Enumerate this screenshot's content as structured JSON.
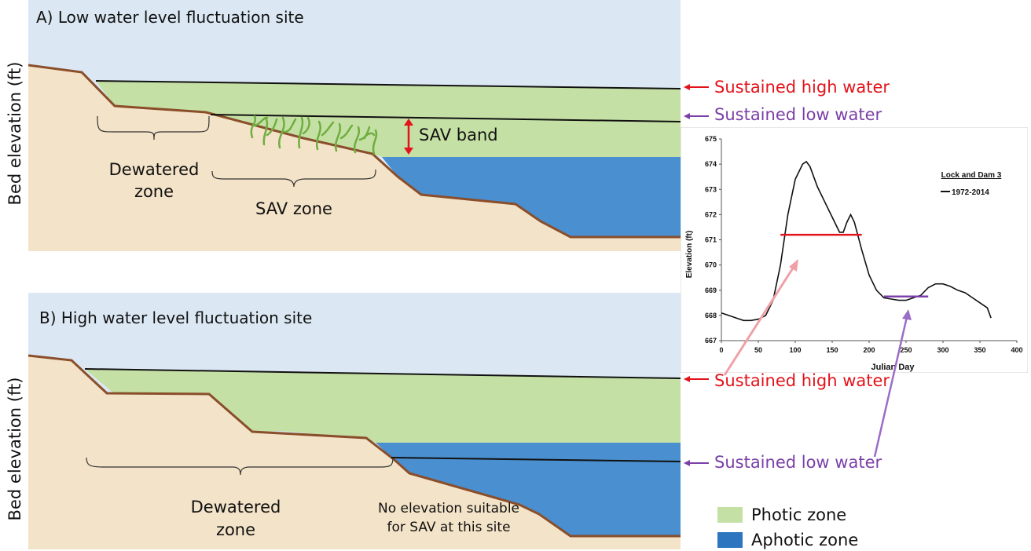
{
  "panelA": {
    "title": "A) Low water level fluctuation site",
    "y_axis_label": "Bed elevation (ft)",
    "dewatered_label_line1": "Dewatered",
    "dewatered_label_line2": "zone",
    "sav_zone_label": "SAV zone",
    "sav_band_label": "SAV band"
  },
  "panelB": {
    "title": "B) High water level fluctuation site",
    "y_axis_label": "Bed elevation (ft)",
    "dewatered_label_line1": "Dewatered",
    "dewatered_label_line2": "zone",
    "no_sav_line1": "No elevation suitable",
    "no_sav_line2": "for SAV at this site"
  },
  "annotations": {
    "high_water_A": "Sustained high water",
    "low_water_A": "Sustained low water",
    "high_water_B": "Sustained high water",
    "low_water_B": "Sustained low water"
  },
  "legend": {
    "photic": {
      "label": "Photic zone",
      "color": "#c5e0a5"
    },
    "aphotic": {
      "label": "Aphotic zone",
      "color": "#2e75c0"
    }
  },
  "colors": {
    "sky": "#dbe8f4",
    "sediment": "#f3e3c8",
    "bed_line": "#8a4e2a",
    "photic": "#c5e0a5",
    "aphotic": "#4a8fd0",
    "high_water_red": "#e3131b",
    "low_water_purple": "#7a3fa8",
    "sav_plant": "#6fae3f"
  },
  "chart_data": {
    "type": "line",
    "title": "",
    "legend_title": "Lock and Dam 3",
    "series": [
      {
        "name": "1972-2014",
        "x": [
          0,
          10,
          20,
          30,
          40,
          50,
          60,
          70,
          80,
          90,
          100,
          110,
          115,
          120,
          130,
          140,
          150,
          160,
          165,
          170,
          175,
          180,
          190,
          200,
          210,
          220,
          230,
          240,
          250,
          260,
          270,
          280,
          290,
          300,
          310,
          320,
          330,
          340,
          350,
          360,
          365
        ],
        "y": [
          668.1,
          668.0,
          667.9,
          667.8,
          667.8,
          667.85,
          668.0,
          668.6,
          670.0,
          672.0,
          673.4,
          674.0,
          674.1,
          673.9,
          673.1,
          672.5,
          671.9,
          671.3,
          671.3,
          671.7,
          672.0,
          671.7,
          670.6,
          669.6,
          669.0,
          668.7,
          668.65,
          668.6,
          668.6,
          668.7,
          668.8,
          669.1,
          669.25,
          669.25,
          669.15,
          669.0,
          668.9,
          668.7,
          668.5,
          668.3,
          667.9
        ]
      }
    ],
    "horizontal_lines": [
      {
        "name": "Sustained high water",
        "x": [
          80,
          190
        ],
        "y": 671.2,
        "color": "#e3131b"
      },
      {
        "name": "Sustained low water",
        "x": [
          220,
          280
        ],
        "y": 668.75,
        "color": "#7a3fa8"
      }
    ],
    "xlabel": "Julian Day",
    "ylabel": "Elevation (ft)",
    "xlim": [
      0,
      400
    ],
    "ylim": [
      667,
      675
    ],
    "x_ticks": [
      0,
      50,
      100,
      150,
      200,
      250,
      300,
      350,
      400
    ],
    "y_ticks": [
      667,
      668,
      669,
      670,
      671,
      672,
      673,
      674,
      675
    ],
    "grid": false,
    "legend_position": "top-right"
  }
}
